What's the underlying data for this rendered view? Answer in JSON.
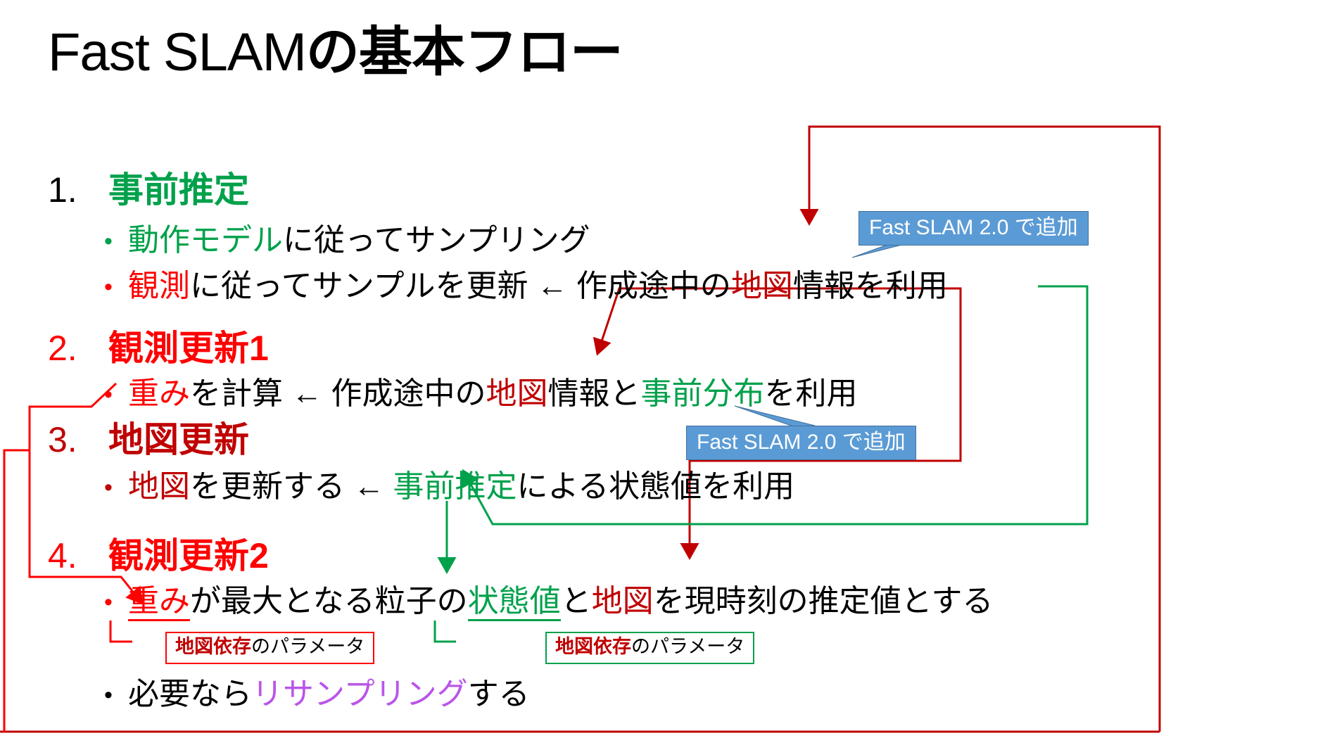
{
  "slide": {
    "title_latin": "Fast SLAM",
    "title_jp": "の基本フロー"
  },
  "colors": {
    "green": "#00A14B",
    "bright_red": "#FF0000",
    "dark_red": "#C00000",
    "purple": "#B955E8",
    "callout_fill": "#5B9BD5",
    "callout_border": "#41719C",
    "black": "#000000"
  },
  "steps": [
    {
      "number": "1.",
      "heading": "事前推定",
      "heading_color": "green",
      "bullets": [
        {
          "marker": "•",
          "runs": [
            {
              "text": "動作モデル",
              "color": "green"
            },
            {
              "text": "に従ってサンプリング",
              "color": "black"
            }
          ]
        },
        {
          "marker": "•",
          "runs": [
            {
              "text": "観測",
              "color": "bright_red"
            },
            {
              "text": "に従ってサンプルを更新 ← 作成途中の",
              "color": "black"
            },
            {
              "text": "地図",
              "color": "dark_red"
            },
            {
              "text": "情報を利用",
              "color": "black"
            }
          ]
        }
      ]
    },
    {
      "number": "2.",
      "heading": "観測更新1",
      "heading_color": "bright_red",
      "bullets": [
        {
          "marker": "•",
          "runs": [
            {
              "text": "重み",
              "color": "bright_red"
            },
            {
              "text": "を計算 ← 作成途中の",
              "color": "black"
            },
            {
              "text": "地図",
              "color": "dark_red"
            },
            {
              "text": "情報と",
              "color": "black"
            },
            {
              "text": "事前分布",
              "color": "green"
            },
            {
              "text": "を利用",
              "color": "black"
            }
          ]
        }
      ]
    },
    {
      "number": "3.",
      "heading": "地図更新",
      "heading_color": "dark_red",
      "bullets": [
        {
          "marker": "•",
          "runs": [
            {
              "text": "地図",
              "color": "dark_red"
            },
            {
              "text": "を更新する ← ",
              "color": "black"
            },
            {
              "text": "事前推定",
              "color": "green"
            },
            {
              "text": "による状態値を利用",
              "color": "black"
            }
          ]
        }
      ]
    },
    {
      "number": "4.",
      "heading": "観測更新2",
      "heading_color": "bright_red",
      "bullets": [
        {
          "marker": "•",
          "runs": [
            {
              "text": "重み",
              "color": "bright_red",
              "underline": "red"
            },
            {
              "text": "が最大となる粒子の",
              "color": "black"
            },
            {
              "text": "状態値",
              "color": "green",
              "underline": "green"
            },
            {
              "text": "と",
              "color": "black"
            },
            {
              "text": "地図",
              "color": "dark_red"
            },
            {
              "text": "を現時刻の推定値とする",
              "color": "black"
            }
          ]
        },
        {
          "marker": "•",
          "runs": [
            {
              "text": "必要なら",
              "color": "black"
            },
            {
              "text": "リサンプリング",
              "color": "purple"
            },
            {
              "text": "する",
              "color": "black"
            }
          ]
        }
      ]
    }
  ],
  "callouts": [
    {
      "text": "Fast SLAM 2.0 で追加"
    },
    {
      "text": "Fast SLAM 2.0 で追加"
    }
  ],
  "tag_boxes": [
    {
      "emphasis": "地図依存",
      "rest": "のパラメータ",
      "border": "bright_red"
    },
    {
      "emphasis": "地図依存",
      "rest": "のパラメータ",
      "border": "green"
    }
  ]
}
